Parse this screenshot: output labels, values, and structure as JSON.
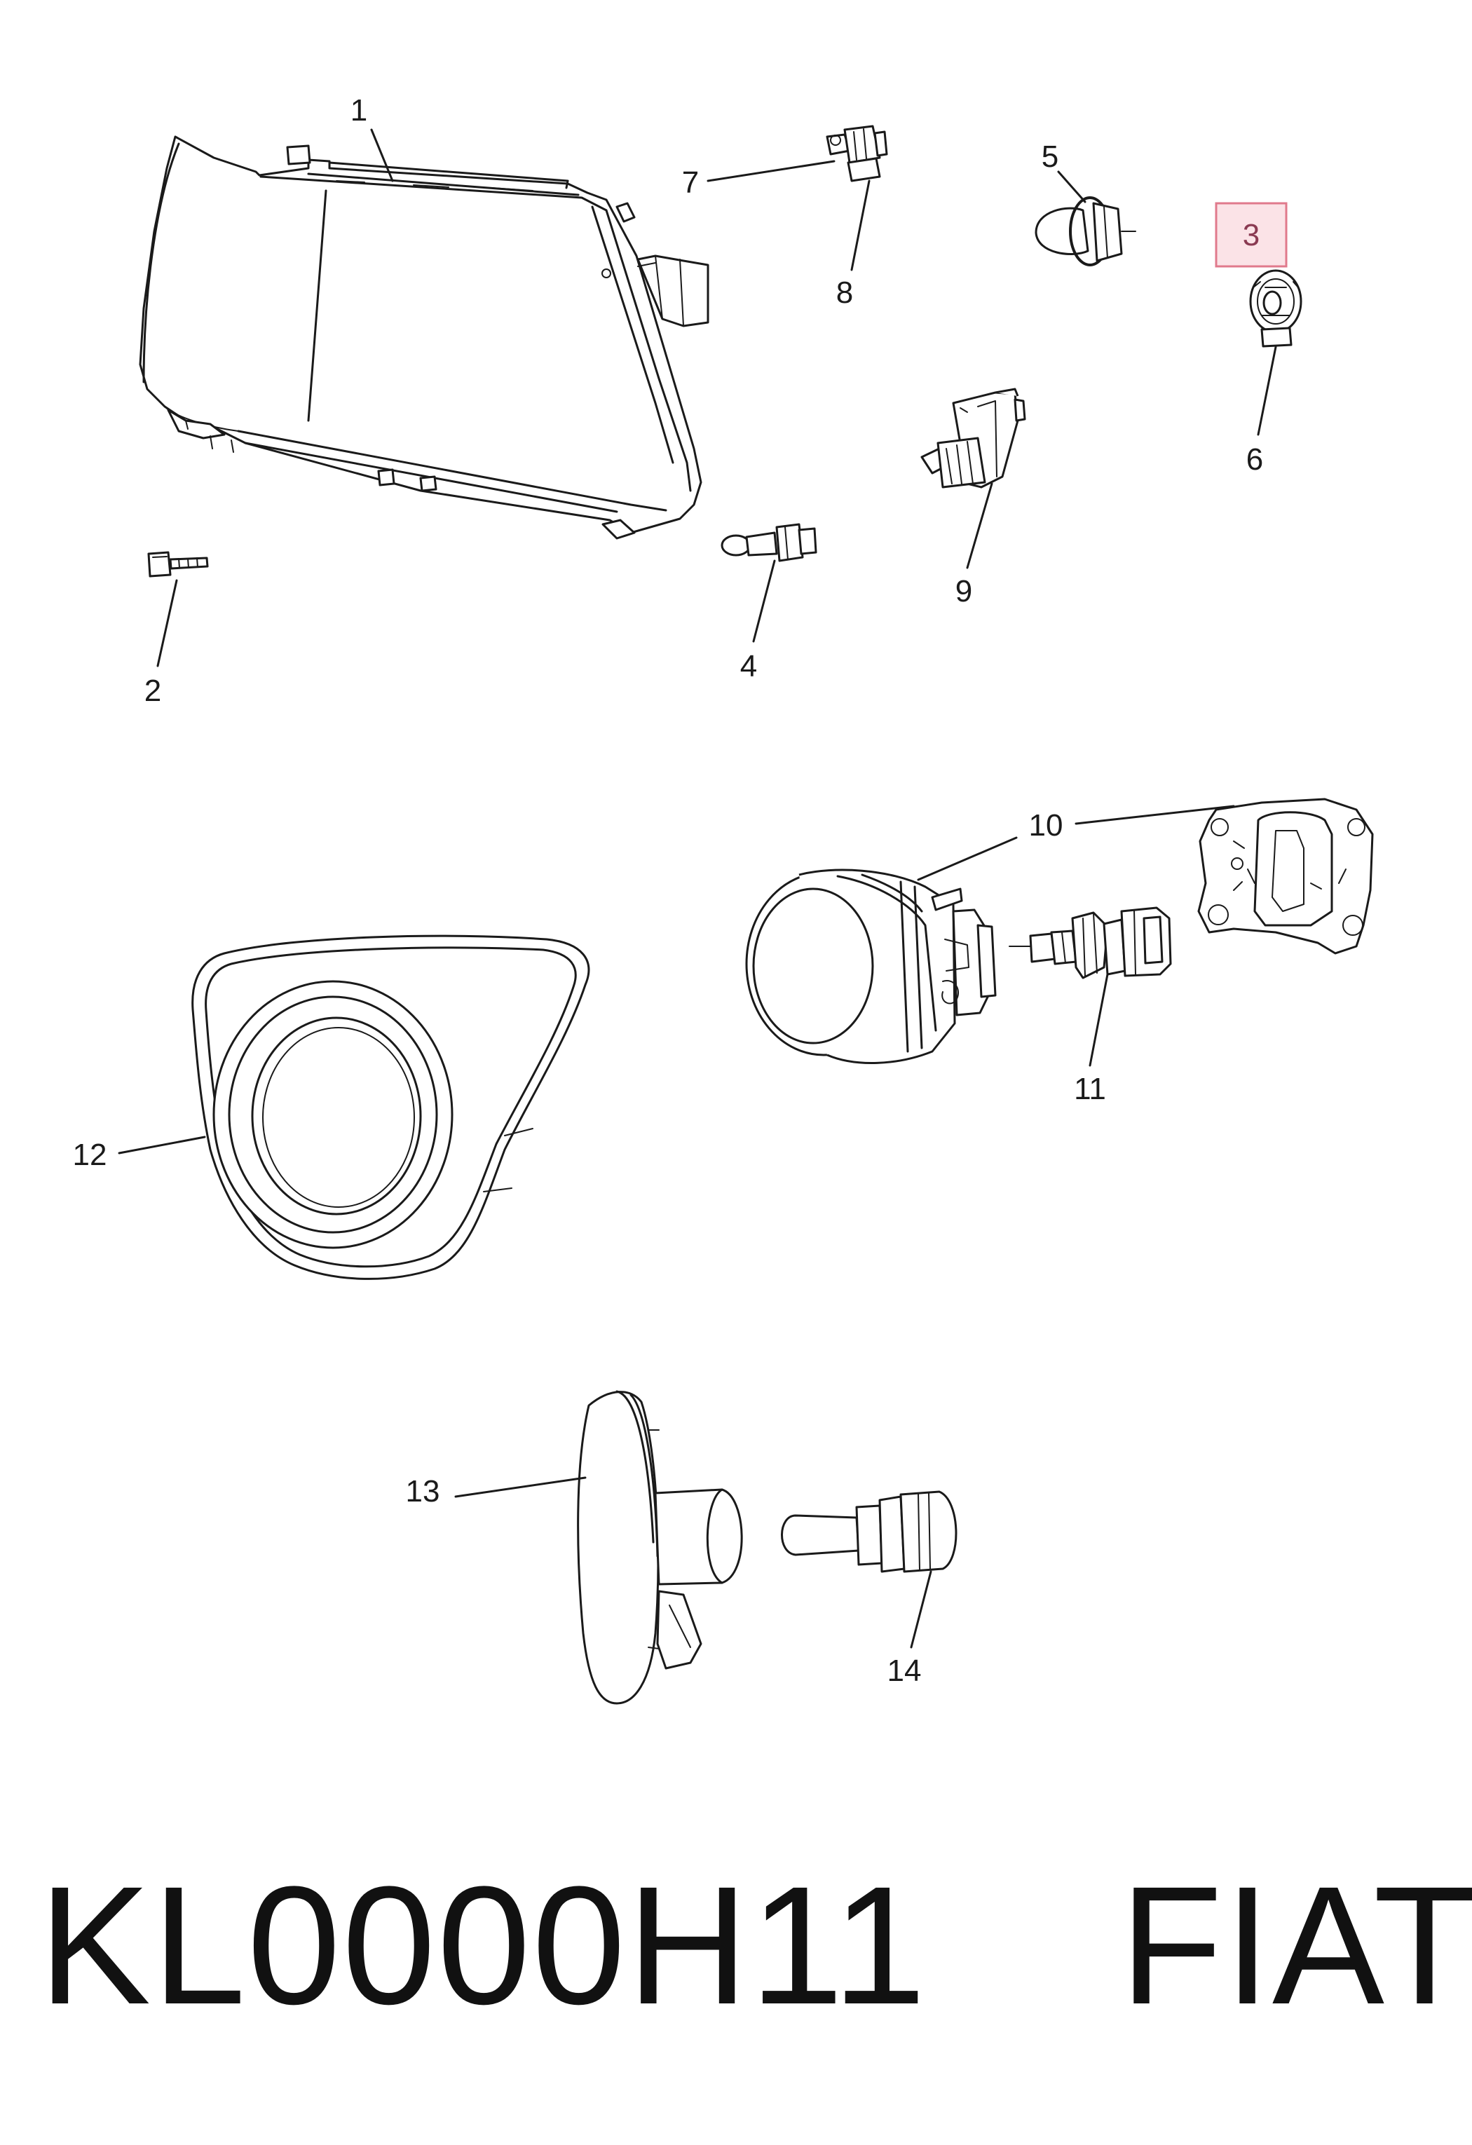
{
  "callouts": [
    {
      "id": "1",
      "label": "1"
    },
    {
      "id": "2",
      "label": "2"
    },
    {
      "id": "3",
      "label": "3",
      "highlighted": true
    },
    {
      "id": "4",
      "label": "4"
    },
    {
      "id": "5",
      "label": "5"
    },
    {
      "id": "6",
      "label": "6"
    },
    {
      "id": "7",
      "label": "7"
    },
    {
      "id": "8",
      "label": "8"
    },
    {
      "id": "9",
      "label": "9"
    },
    {
      "id": "10",
      "label": "10"
    },
    {
      "id": "11",
      "label": "11"
    },
    {
      "id": "12",
      "label": "12"
    },
    {
      "id": "13",
      "label": "13"
    },
    {
      "id": "14",
      "label": "14"
    }
  ],
  "footer": {
    "part_number": "KL0000H11",
    "brand": "FIAT",
    "text": "KL0000H11    FIAT"
  },
  "colors": {
    "line": "#1a1a1a",
    "highlight_fill": "#fbe3e7",
    "highlight_stroke": "#e07a8c",
    "highlight_text": "#8a3a52"
  }
}
